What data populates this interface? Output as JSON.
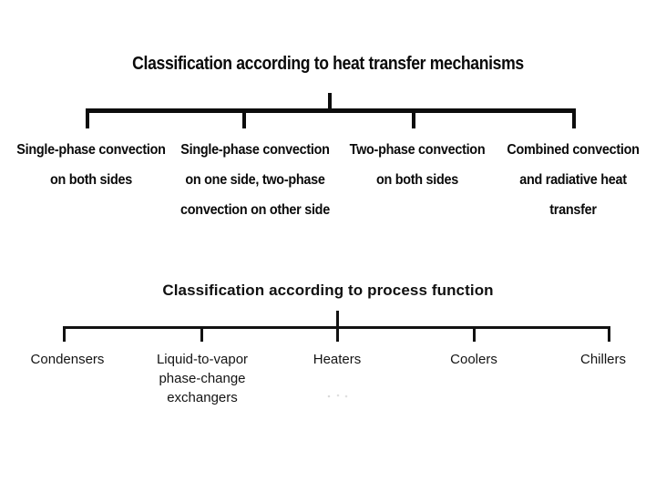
{
  "page": {
    "background_color": "#ffffff",
    "ink_color": "#0a0a0a"
  },
  "diagrams": [
    {
      "id": "heat-transfer-mechanisms",
      "title": "Classification according to heat transfer mechanisms",
      "bracket_style": "thick",
      "branches": [
        {
          "label": "Single-phase convection\non both sides"
        },
        {
          "label": "Single-phase convection\non one side, two-phase\nconvection on other side"
        },
        {
          "label": "Two-phase convection\non both sides"
        },
        {
          "label": "Combined convection\nand radiative heat transfer"
        }
      ]
    },
    {
      "id": "process-function",
      "title": "Classification according to process function",
      "bracket_style": "thin",
      "branches": [
        {
          "label": "Condensers"
        },
        {
          "label": "Liquid-to-vapor\nphase-change\nexchangers"
        },
        {
          "label": "Heaters"
        },
        {
          "label": "Coolers"
        },
        {
          "label": "Chillers"
        }
      ]
    }
  ]
}
